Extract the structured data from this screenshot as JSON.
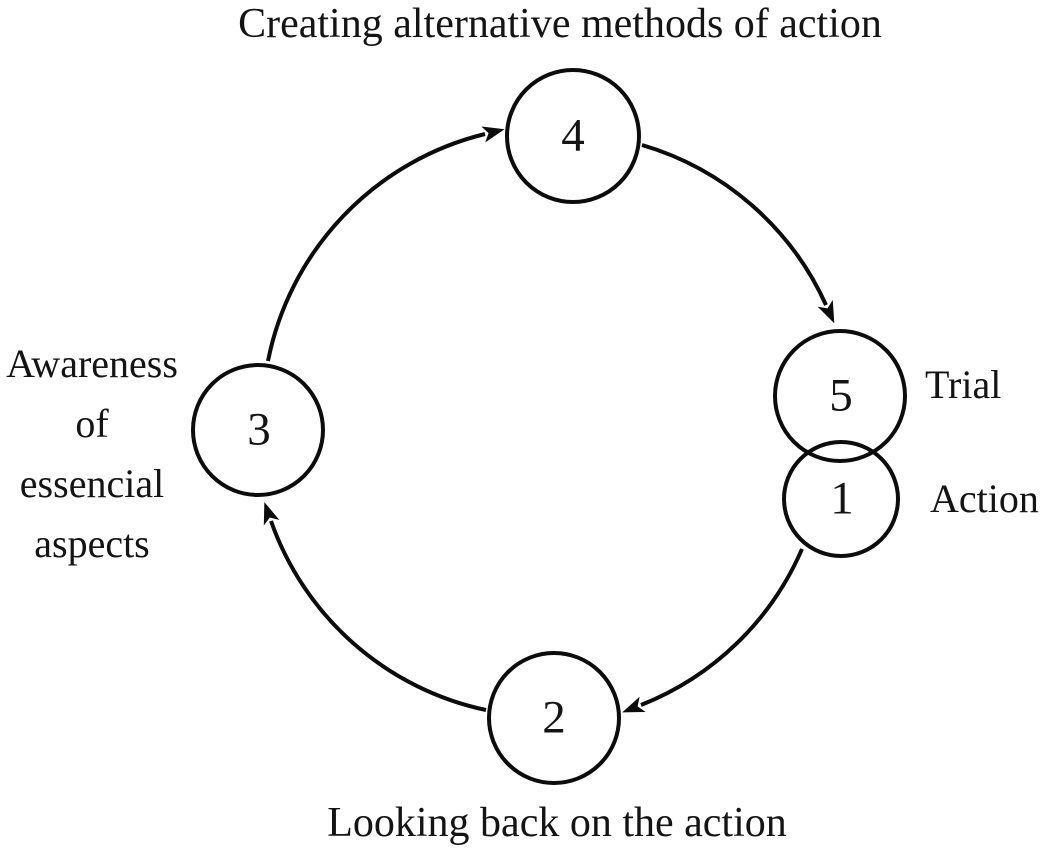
{
  "page": {
    "background": "#ffffff",
    "line_color": "#0c0c0c",
    "text_color": "#141414"
  },
  "cycle": {
    "nodes": [
      {
        "number": "1",
        "label": "Action",
        "position": "right-lower"
      },
      {
        "number": "2",
        "label": "Looking back on the action",
        "position": "bottom"
      },
      {
        "number": "3",
        "label": "Awareness of essencial aspects",
        "position": "left"
      },
      {
        "number": "4",
        "label": "Creating alternative methods of action",
        "position": "top"
      },
      {
        "number": "5",
        "label": "Trial",
        "position": "right-upper"
      }
    ],
    "left_label_lines": [
      "Awareness",
      "of",
      "essencial",
      "aspects"
    ],
    "arrows": [
      {
        "from": "3",
        "to": "4"
      },
      {
        "from": "4",
        "to": "5"
      },
      {
        "from": "1",
        "to": "2"
      },
      {
        "from": "2",
        "to": "3"
      }
    ]
  }
}
